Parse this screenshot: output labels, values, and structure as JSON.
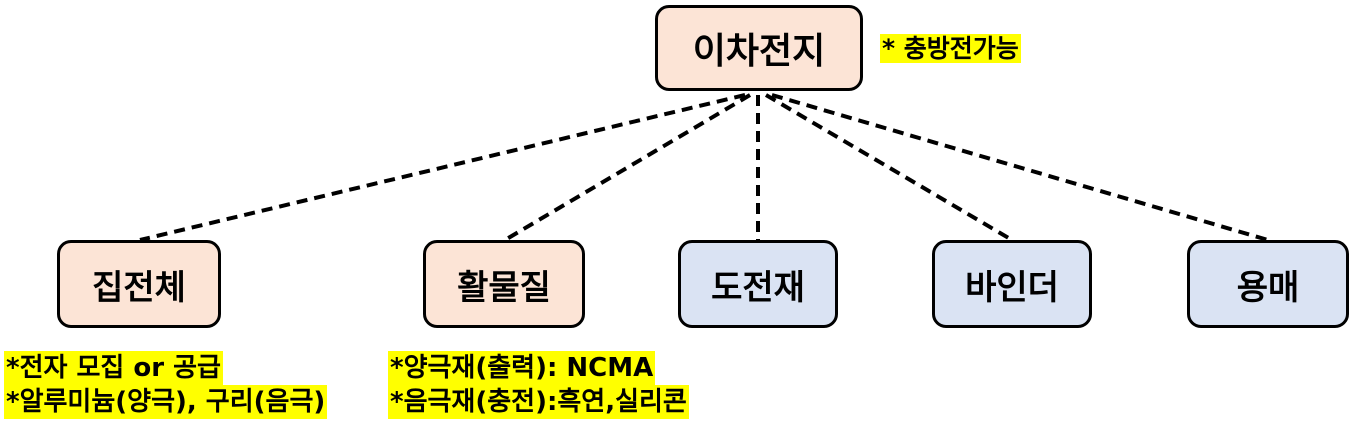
{
  "root": {
    "label": "이차전지",
    "note": "* 충방전가능",
    "fill": "#fce4d6"
  },
  "children": [
    {
      "label": "집전체",
      "fill": "#fce4d6"
    },
    {
      "label": "활물질",
      "fill": "#fce4d6"
    },
    {
      "label": "도전재",
      "fill": "#dae3f3"
    },
    {
      "label": "바인더",
      "fill": "#dae3f3"
    },
    {
      "label": "용매",
      "fill": "#dae3f3"
    }
  ],
  "notes": {
    "current_collector": [
      "*전자 모집 or 공급",
      "*알루미늄(양극), 구리(음극)"
    ],
    "active_material": [
      "*양극재(출력): NCMA",
      "*음극재(충전):흑연,실리콘"
    ]
  },
  "colors": {
    "highlight": "#ffff00",
    "border": "#000000",
    "edge": "#000000"
  }
}
